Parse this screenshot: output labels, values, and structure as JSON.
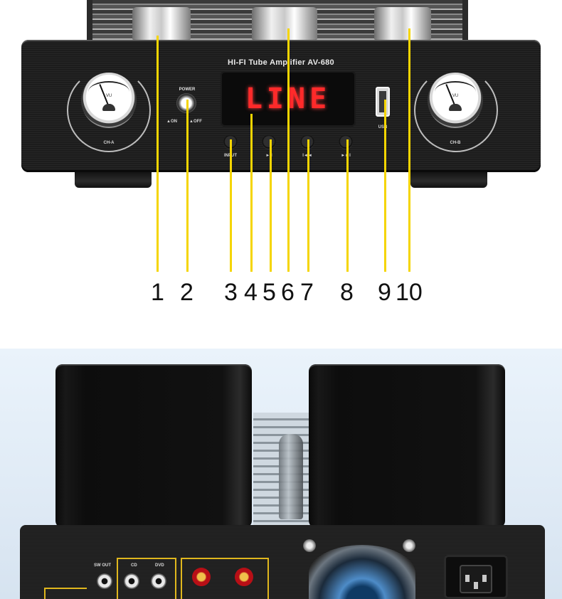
{
  "front_panel": {
    "title": "HI-FI Tube Amplifier AV-680",
    "display": "LINE",
    "power_label": "POWER",
    "on_label": "▲ON",
    "off_label": "▲OFF",
    "vu_left_label": "CH-A",
    "vu_right_label": "CH-B",
    "vu_text": "VU",
    "usb_label": "USB",
    "buttons": [
      "INPUT",
      "►II",
      "I◄◄",
      "►►I"
    ]
  },
  "callouts": [
    "1",
    "2",
    "3",
    "4",
    "5",
    "6",
    "7",
    "8",
    "9",
    "10"
  ],
  "rear_panel": {
    "sw_out_label": "SW OUT",
    "cd_label": "CD",
    "dvd_label": "DVD"
  },
  "colors": {
    "callout_line": "#f5d500",
    "display_led": "#ff2a2a",
    "rear_background": "#e4eef8"
  }
}
